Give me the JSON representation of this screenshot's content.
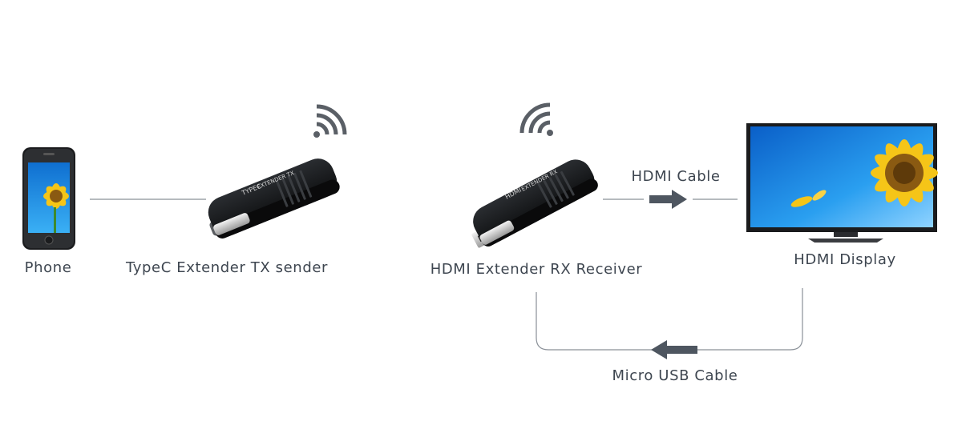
{
  "labels": {
    "phone": "Phone",
    "tx_sender": "TypeC Extender TX sender",
    "rx_receiver": "HDMI Extender RX Receiver",
    "display": "HDMI Display",
    "hdmi_cable": "HDMI Cable",
    "usb_cable": "Micro USB Cable"
  },
  "device_markings": {
    "tx_brand": "TYPEC",
    "tx_model": "EXTENDER TX",
    "rx_brand": "HDMI",
    "rx_model": "EXTENDER RX"
  },
  "colors": {
    "label_text": "#3e4650",
    "line": "#8a9098",
    "arrow": "#4e5660",
    "wifi": "#5a5f66",
    "device_body": "#151719",
    "sky_blue": "#1f8fe0",
    "sunflower": "#f5c518"
  },
  "icons": [
    "phone-icon",
    "usb-c-dongle-icon",
    "hdmi-dongle-icon",
    "wifi-icon",
    "tv-icon",
    "arrow-right-icon",
    "arrow-left-icon"
  ]
}
